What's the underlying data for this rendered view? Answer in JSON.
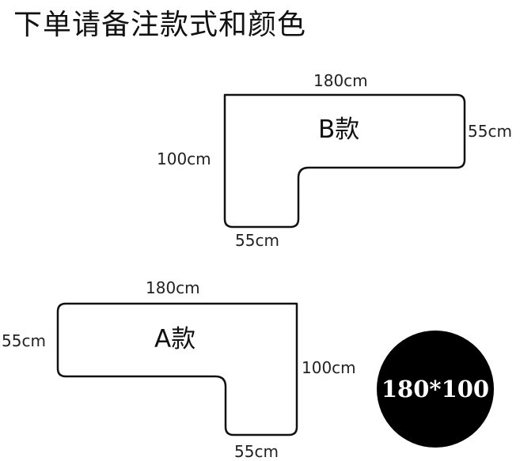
{
  "title": "下单请备注款式和颜色",
  "styles": [
    {
      "id": "B",
      "name": "B款",
      "dimensions": {
        "top": "180cm",
        "right": "55cm",
        "left": "100cm",
        "bottom": "55cm"
      }
    },
    {
      "id": "A",
      "name": "A款",
      "dimensions": {
        "top": "180cm",
        "left": "55cm",
        "right": "100cm",
        "bottom": "55cm"
      }
    }
  ],
  "size_badge": "180*100",
  "colors": {
    "outline": "#111111",
    "badge_bg": "#000000",
    "badge_text": "#ffffff"
  }
}
